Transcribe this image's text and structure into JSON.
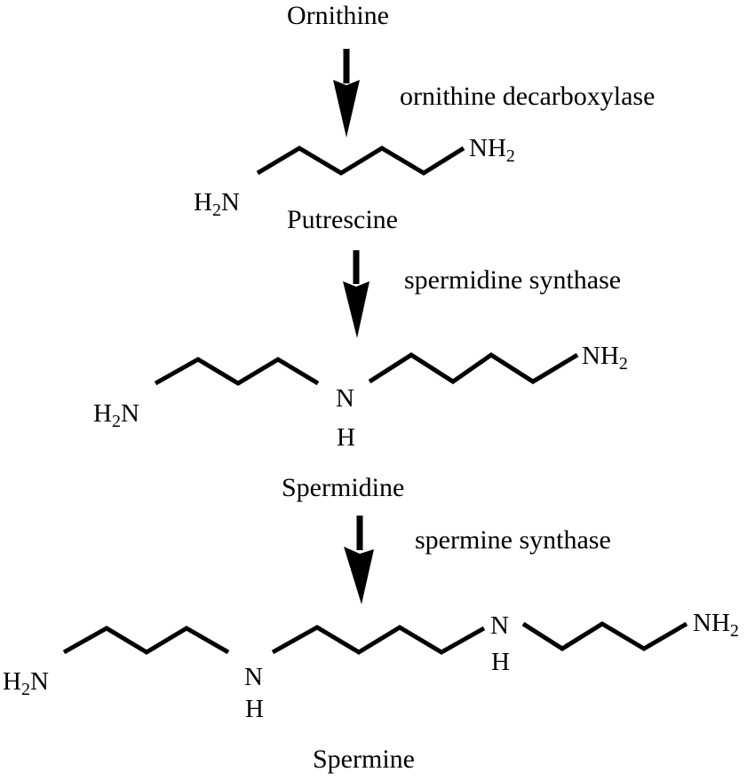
{
  "title": "Polyamine biosynthesis pathway",
  "colors": {
    "ink": "#000000",
    "background": "#ffffff"
  },
  "start_compound": "Ornithine",
  "steps": [
    {
      "enzyme": "ornithine decarboxylase",
      "product": "Putrescine",
      "product_atoms": {
        "left_amine": [
          "H",
          "2",
          "N"
        ],
        "right_amine": [
          "NH",
          "2"
        ]
      }
    },
    {
      "enzyme": "spermidine synthase",
      "product": "Spermidine",
      "product_atoms": {
        "left_amine": [
          "H",
          "2",
          "N"
        ],
        "imine_n": "N",
        "imine_h": "H",
        "right_amine": [
          "NH",
          "2"
        ]
      }
    },
    {
      "enzyme": "spermine synthase",
      "product": "Spermine",
      "product_atoms": {
        "left_amine": [
          "H",
          "2",
          "N"
        ],
        "imine1_n": "N",
        "imine1_h": "H",
        "imine2_n": "N",
        "imine2_h": "H",
        "right_amine": [
          "NH",
          "2"
        ]
      }
    }
  ],
  "arrow_icon": "down-arrow-icon"
}
